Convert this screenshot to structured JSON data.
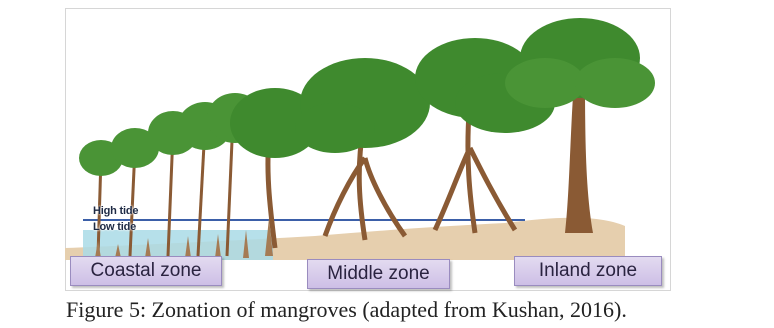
{
  "tide_labels": {
    "high": "High tide",
    "low": "Low tide"
  },
  "zones": [
    {
      "label": "Coastal zone"
    },
    {
      "label": "Middle zone"
    },
    {
      "label": "Inland zone"
    }
  ],
  "caption": "Figure 5: Zonation of mangroves (adapted from Kushan, 2016).",
  "colors": {
    "zone_fill": "#d9cfee",
    "high_tide_line": "#3b5fa8",
    "water": "#a9dbe6",
    "sand": "#e6cfae",
    "trunk": "#8a5a34",
    "foliage": "#3f8a2e"
  }
}
